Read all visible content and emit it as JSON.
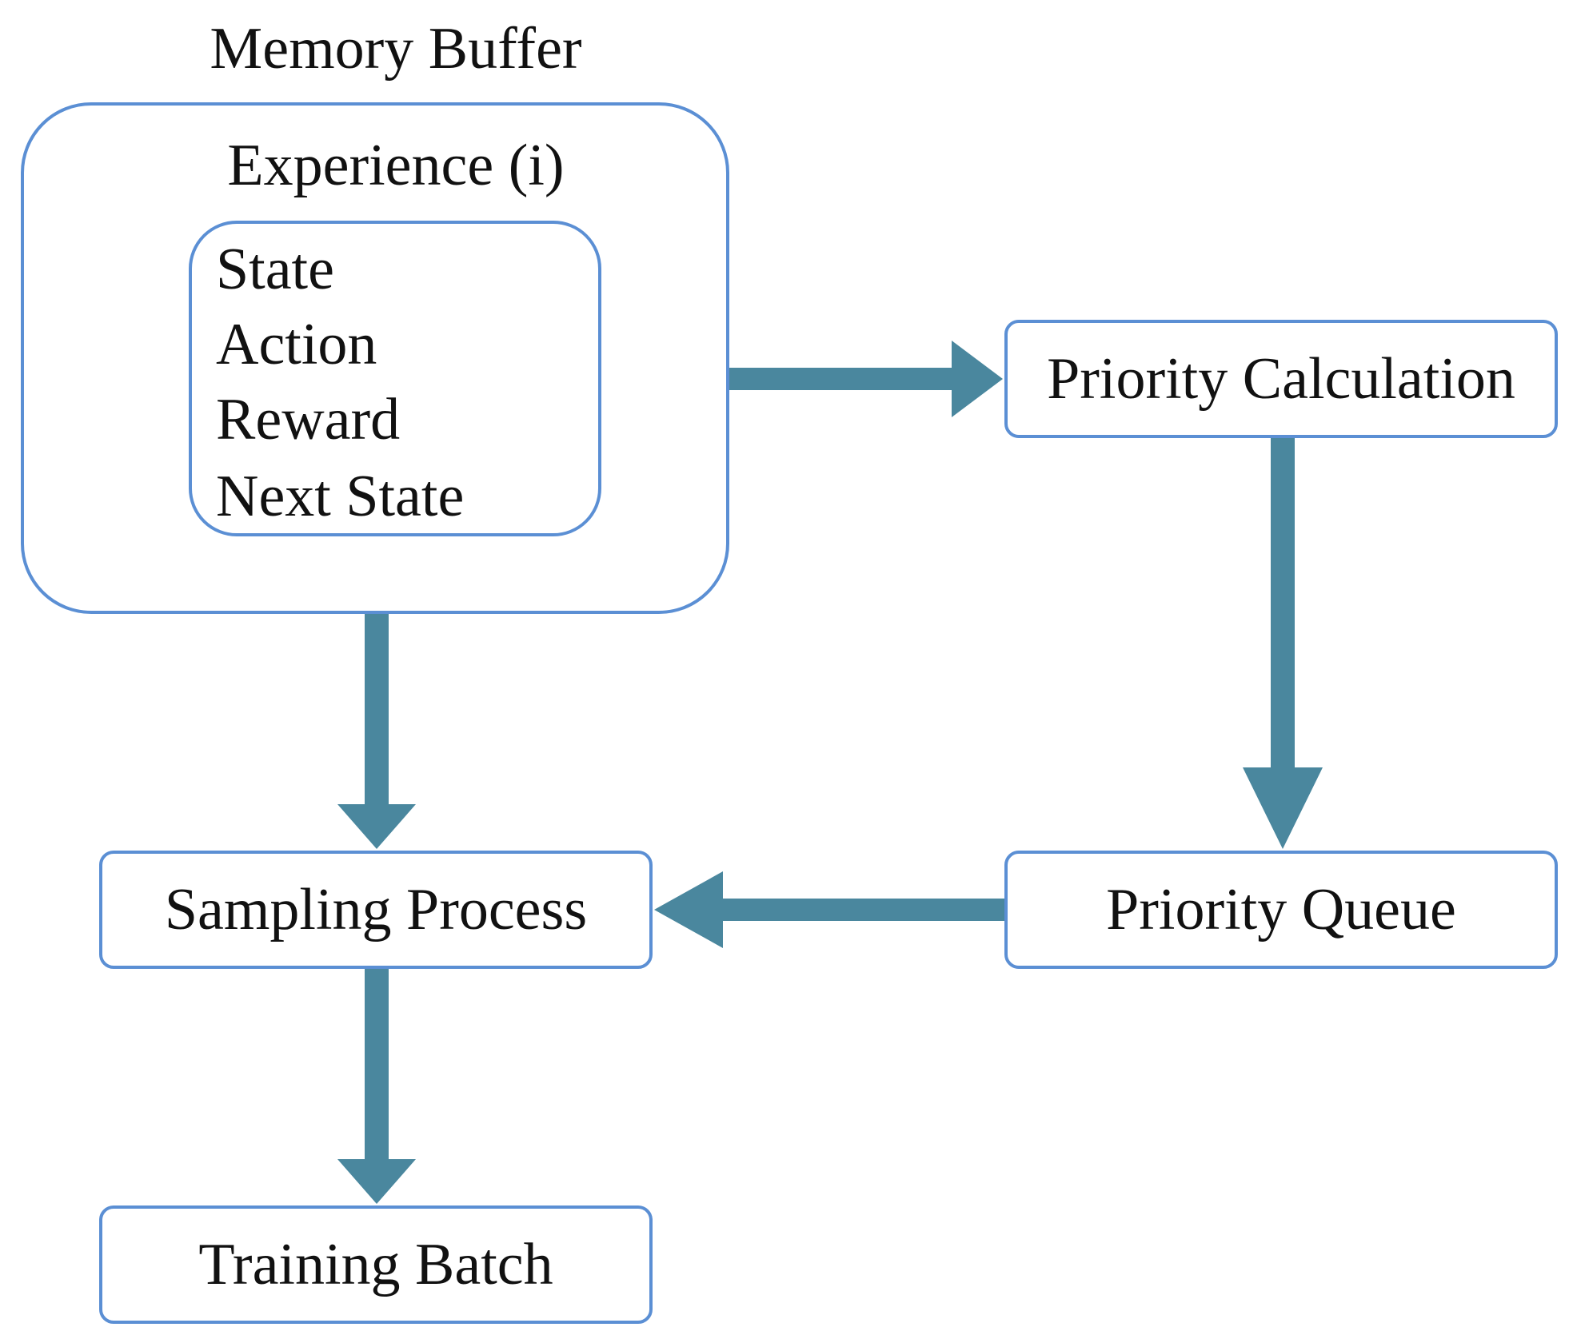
{
  "memory_buffer": {
    "title": "Memory Buffer",
    "experience": {
      "title": "Experience (i)",
      "fields": [
        "State",
        "Action",
        "Reward",
        "Next State"
      ]
    }
  },
  "nodes": {
    "priority_calculation": "Priority Calculation",
    "priority_queue": "Priority Queue",
    "sampling_process": "Sampling Process",
    "training_batch": "Training Batch"
  },
  "colors": {
    "arrow": "#4a879e",
    "box_border": "#5b8fd4"
  }
}
